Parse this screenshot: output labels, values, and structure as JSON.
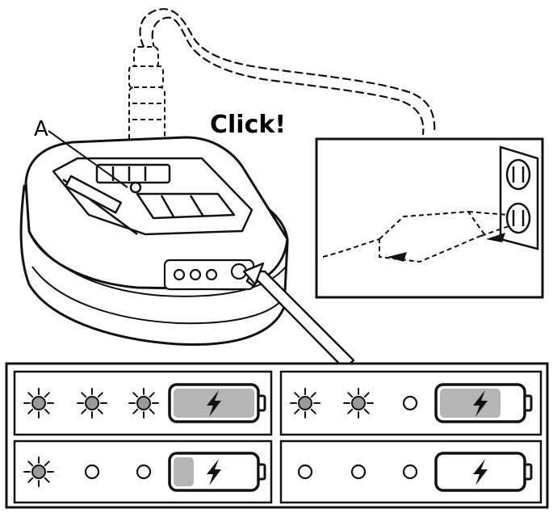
{
  "labels": {
    "part_a": "A",
    "click": "Click!"
  },
  "colors": {
    "ink": "#111111",
    "led_lit": "#9a9a9a",
    "battery_fill": "#b5b5b5",
    "background": "#ffffff"
  },
  "icons": {
    "led_on": "sun-led-icon",
    "led_off": "circle-led-icon",
    "battery": "battery-bolt-icon"
  },
  "indicator_states": [
    {
      "leds_on": 3,
      "leds_total": 3,
      "charge_fraction": 1.0
    },
    {
      "leds_on": 2,
      "leds_total": 3,
      "charge_fraction": 0.75
    },
    {
      "leds_on": 1,
      "leds_total": 3,
      "charge_fraction": 0.25
    },
    {
      "leds_on": 0,
      "leds_total": 3,
      "charge_fraction": 0.0
    }
  ]
}
